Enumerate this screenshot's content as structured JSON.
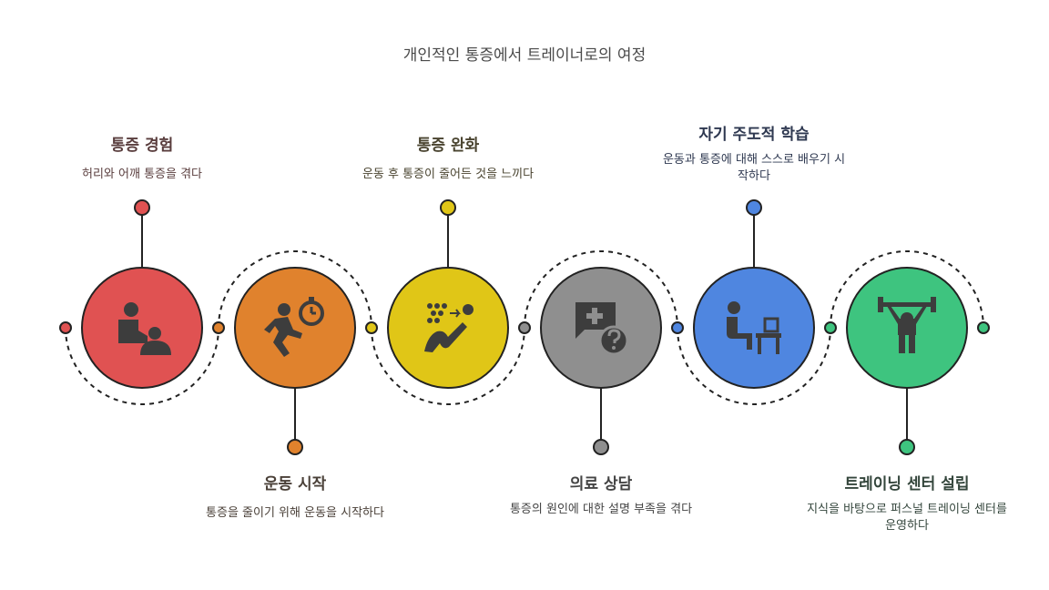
{
  "title": "개인적인 통증에서 트레이너로의 여정",
  "stages": [
    {
      "title": "통증 경험",
      "desc": "허리와 어깨 통증을 겪다",
      "color": "#e05252",
      "icon": "person-in-pain-icon",
      "position": "top"
    },
    {
      "title": "운동 시작",
      "desc": "통증을 줄이기 위해 운동을 시작하다",
      "color": "#e0822d",
      "icon": "runner-stopwatch-icon",
      "position": "bottom"
    },
    {
      "title": "통증 완화",
      "desc": "운동 후 통증이 줄어든 것을 느끼다",
      "color": "#e0c617",
      "icon": "relaxing-person-icon",
      "position": "top"
    },
    {
      "title": "의료 상담",
      "desc": "통증의 원인에 대한 설명 부족을 겪다",
      "color": "#8f8f8f",
      "icon": "medical-question-icon",
      "position": "bottom"
    },
    {
      "title": "자기 주도적 학습",
      "desc": "운동과 통증에 대해 스스로 배우기 시작하다",
      "color": "#4f86e0",
      "icon": "person-at-desk-icon",
      "position": "top"
    },
    {
      "title": "트레이닝 센터 설립",
      "desc": "지식을 바탕으로 퍼스널 트레이닝 센터를 운영하다",
      "color": "#3ec47f",
      "icon": "weightlifter-icon",
      "position": "bottom"
    }
  ]
}
